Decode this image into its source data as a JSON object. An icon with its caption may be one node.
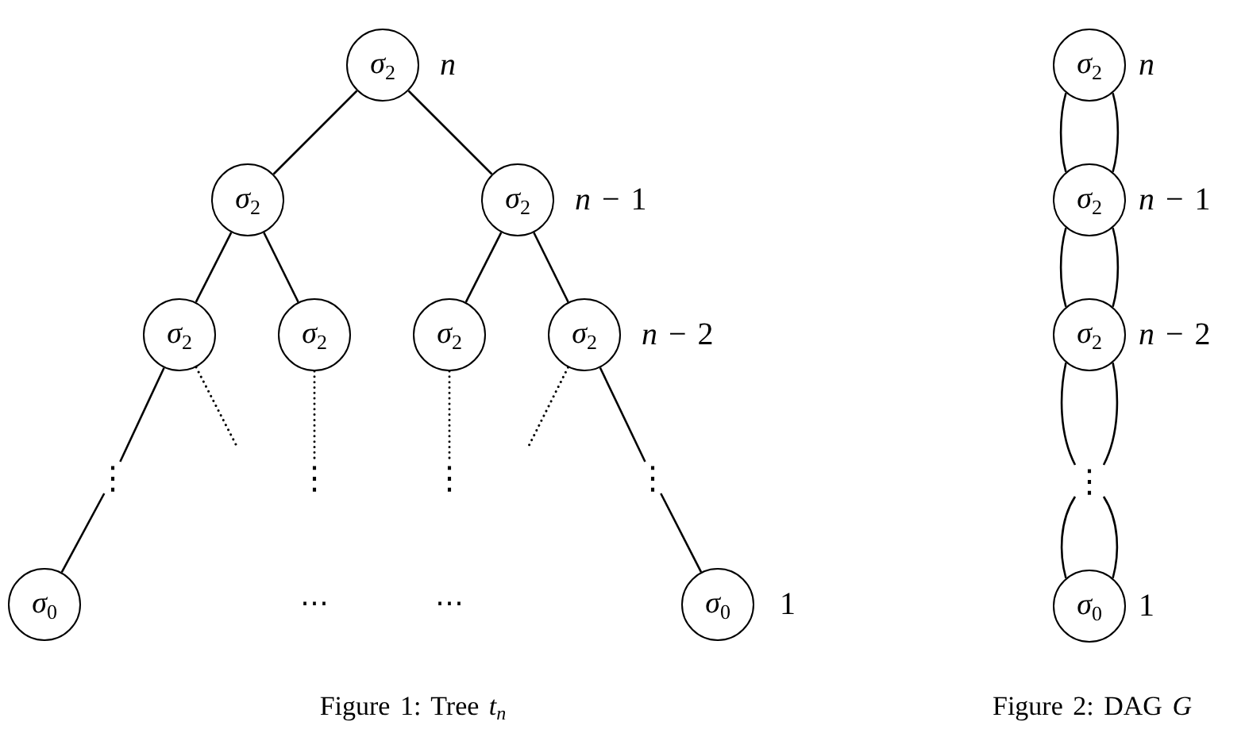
{
  "diagram": {
    "nodes": [
      {
        "text": [
          "σ$_{2}$"
        ],
        "beside": [
          "n"
        ]
      },
      {
        "text": [
          "σ$_{2}$"
        ]
      },
      {
        "text": [
          "σ$_{2}$"
        ],
        "beside": [
          "*n* − 1"
        ]
      },
      {
        "text": [
          "σ$_{2}$"
        ]
      },
      {
        "text": [
          "σ$_{2}$"
        ]
      },
      {
        "text": [
          "σ$_{2}$"
        ]
      },
      {
        "text": [
          "σ$_{2}$"
        ],
        "beside": [
          "*n* − 2"
        ]
      },
      {
        "text": [
          "⋮"
        ]
      },
      {
        "text": [
          "⋮"
        ]
      },
      {
        "text": [
          "⋮"
        ]
      },
      {
        "text": [
          "⋮"
        ]
      },
      {
        "text": [
          "σ$_{0}$"
        ]
      },
      {
        "text": [
          "σ$_{0}$"
        ],
        "beside": [
          "1"
        ]
      },
      {
        "text": [
          "σ$_{2}$"
        ],
        "beside": [
          "n"
        ]
      },
      {
        "text": [
          "σ$_{2}$"
        ],
        "beside": [
          "*n* − 1"
        ]
      },
      {
        "text": [
          "σ$_{2}$"
        ],
        "beside": [
          "*n* − 2"
        ]
      },
      {
        "text": [
          "⋮"
        ]
      },
      {
        "text": [
          "σ$_{0}$"
        ],
        "beside": [
          "1"
        ]
      }
    ],
    "edges": [
      {
        "from": 0,
        "to": 1,
        "arrow": "none"
      },
      {
        "from": 0,
        "to": 2,
        "arrow": "none"
      },
      {
        "from": 1,
        "to": 3,
        "arrow": "none"
      },
      {
        "from": 1,
        "to": 4,
        "arrow": "none"
      },
      {
        "from": 2,
        "to": 5,
        "arrow": "none"
      },
      {
        "from": 2,
        "to": 6,
        "arrow": "none"
      },
      {
        "from": 3,
        "to": 7,
        "arrow": "none"
      },
      {
        "from": 3,
        "to": null,
        "arrow": "none",
        "style": "dashed"
      },
      {
        "from": 4,
        "to": 8,
        "arrow": "none",
        "style": "dashed"
      },
      {
        "from": 5,
        "to": 9,
        "arrow": "none",
        "style": "dashed"
      },
      {
        "from": 6,
        "to": null,
        "arrow": "none",
        "style": "dashed"
      },
      {
        "from": 6,
        "to": 10,
        "arrow": "none"
      },
      {
        "from": 7,
        "to": 11,
        "arrow": "none"
      },
      {
        "from": 10,
        "to": 12,
        "arrow": "none"
      },
      {
        "from": 13,
        "to": 14,
        "arrow": "none"
      },
      {
        "from": 13,
        "to": 14,
        "arrow": "none"
      },
      {
        "from": 14,
        "to": 15,
        "arrow": "none"
      },
      {
        "from": 14,
        "to": 15,
        "arrow": "none"
      },
      {
        "from": 15,
        "to": 16,
        "arrow": "none"
      },
      {
        "from": 15,
        "to": 16,
        "arrow": "none"
      },
      {
        "from": 16,
        "to": 17,
        "arrow": "none"
      },
      {
        "from": 16,
        "to": 17,
        "arrow": "none"
      }
    ],
    "labels": [
      "⋯",
      "⋯",
      "Figure 1: Tree *t*$_{n}$",
      "Figure 2: DAG *G*"
    ]
  }
}
